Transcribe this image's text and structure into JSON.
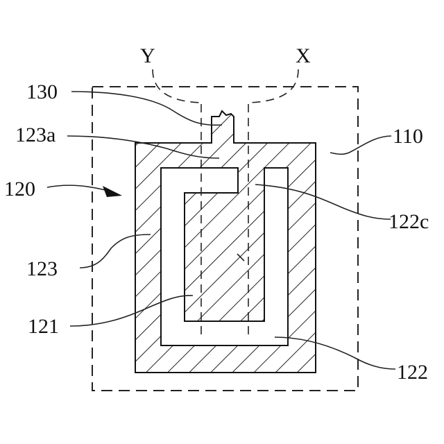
{
  "figure": {
    "labels": {
      "axis_y": "Y",
      "axis_x": "X",
      "antenna_region": "130",
      "segment_123a": "123a",
      "device_120": "120",
      "substrate_110": "110",
      "segment_122c": "122c",
      "ring_123": "123",
      "segment_121": "121",
      "segment_122": "122"
    }
  }
}
